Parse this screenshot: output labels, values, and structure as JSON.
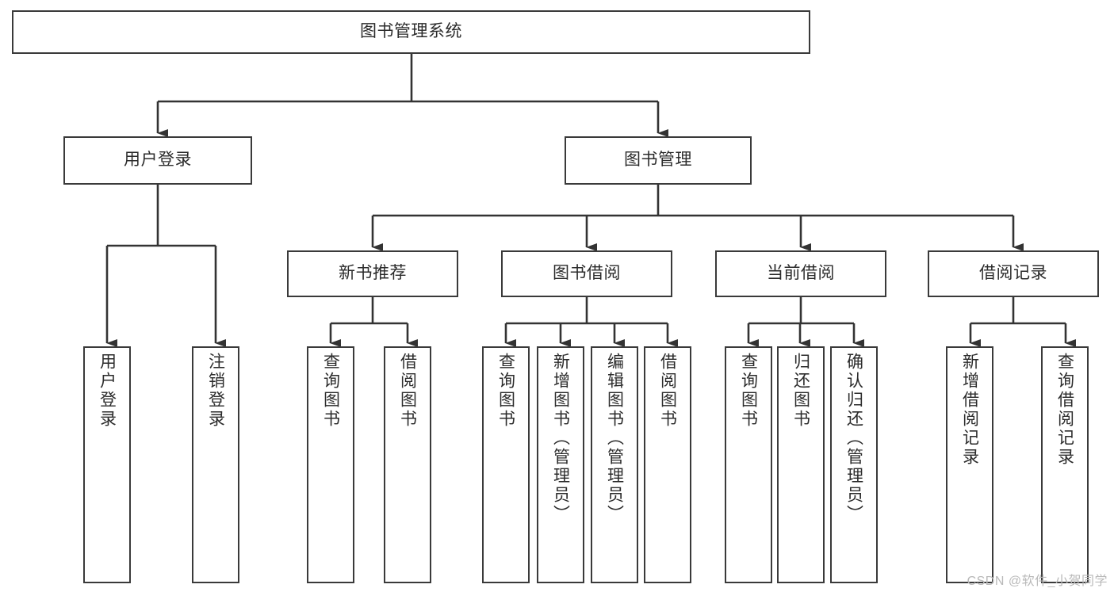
{
  "diagram": {
    "title": "图书管理系统",
    "type": "tree-hierarchy",
    "root": {
      "id": "root",
      "label": "图书管理系统"
    },
    "level2": [
      {
        "id": "user-login",
        "label": "用户登录"
      },
      {
        "id": "book-management",
        "label": "图书管理"
      }
    ],
    "level3": [
      {
        "id": "new-book-recommend",
        "label": "新书推荐",
        "parent": "book-management"
      },
      {
        "id": "book-borrow",
        "label": "图书借阅",
        "parent": "book-management"
      },
      {
        "id": "current-borrow",
        "label": "当前借阅",
        "parent": "book-management"
      },
      {
        "id": "borrow-record",
        "label": "借阅记录",
        "parent": "book-management"
      }
    ],
    "leaves": {
      "user_login": [
        {
          "id": "leaf-user-login",
          "label": "用户登录"
        },
        {
          "id": "leaf-user-logout",
          "label": "注销登录"
        }
      ],
      "new_book_recommend": [
        {
          "id": "leaf-query-book-1",
          "label": "查询图书"
        },
        {
          "id": "leaf-borrow-book-1",
          "label": "借阅图书"
        }
      ],
      "book_borrow": [
        {
          "id": "leaf-query-book-2",
          "label": "查询图书"
        },
        {
          "id": "leaf-add-book",
          "label": "新增图书（管理员）"
        },
        {
          "id": "leaf-edit-book",
          "label": "编辑图书（管理员）"
        },
        {
          "id": "leaf-borrow-book-2",
          "label": "借阅图书"
        }
      ],
      "current_borrow": [
        {
          "id": "leaf-query-book-3",
          "label": "查询图书"
        },
        {
          "id": "leaf-return-book",
          "label": "归还图书"
        },
        {
          "id": "leaf-confirm-return",
          "label": "确认归还（管理员）"
        }
      ],
      "borrow_record": [
        {
          "id": "leaf-add-record",
          "label": "新增借阅记录"
        },
        {
          "id": "leaf-query-record",
          "label": "查询借阅记录"
        }
      ]
    },
    "colors": {
      "box_border": "#3a3a3a",
      "box_fill": "#ffffff",
      "line": "#333333",
      "text": "#2b2b2b",
      "watermark": "#b9b9b9"
    }
  },
  "watermark": {
    "text": "CSDN @软件_小贺同学"
  }
}
